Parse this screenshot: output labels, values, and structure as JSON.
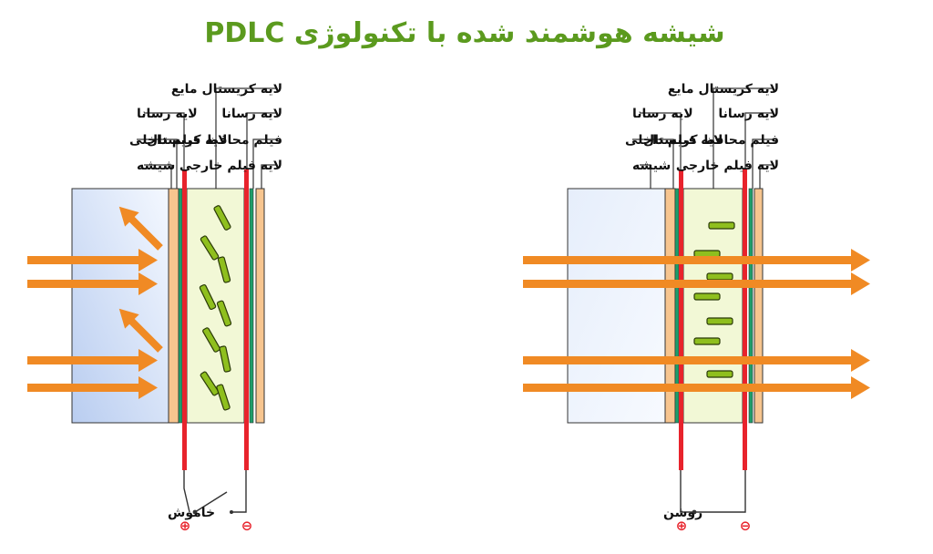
{
  "title": "شیشه هوشمند شده با تکنولوژی PDLC",
  "labels": {
    "liquid_crystal_layer": "لایه کریستال مایع",
    "conductive_layer": "لایه رسانا",
    "inner_film_layer": "لایه فیلم داخلی",
    "crystal_protective_film": "فیلم محافظ کریستال",
    "glass": "شیشه",
    "outer_film_layer": "لایه فیلم خارجی"
  },
  "states": {
    "off": "خاموش",
    "on": "روشن"
  },
  "terminals": {
    "positive": "⊕",
    "negative": "⊖"
  },
  "colors": {
    "title": "#5b9a1e",
    "arrow": "#f08a24",
    "electrode": "#e8232c",
    "film": "#f7c58f",
    "green_strip": "#1e9e6a",
    "liquid_crystal_bg": "#f2f8d6",
    "crystal_particle": "#8fbf1e",
    "glass_gradient_from": "#f4f8ff",
    "glass_gradient_to": "#b9cdf0"
  }
}
